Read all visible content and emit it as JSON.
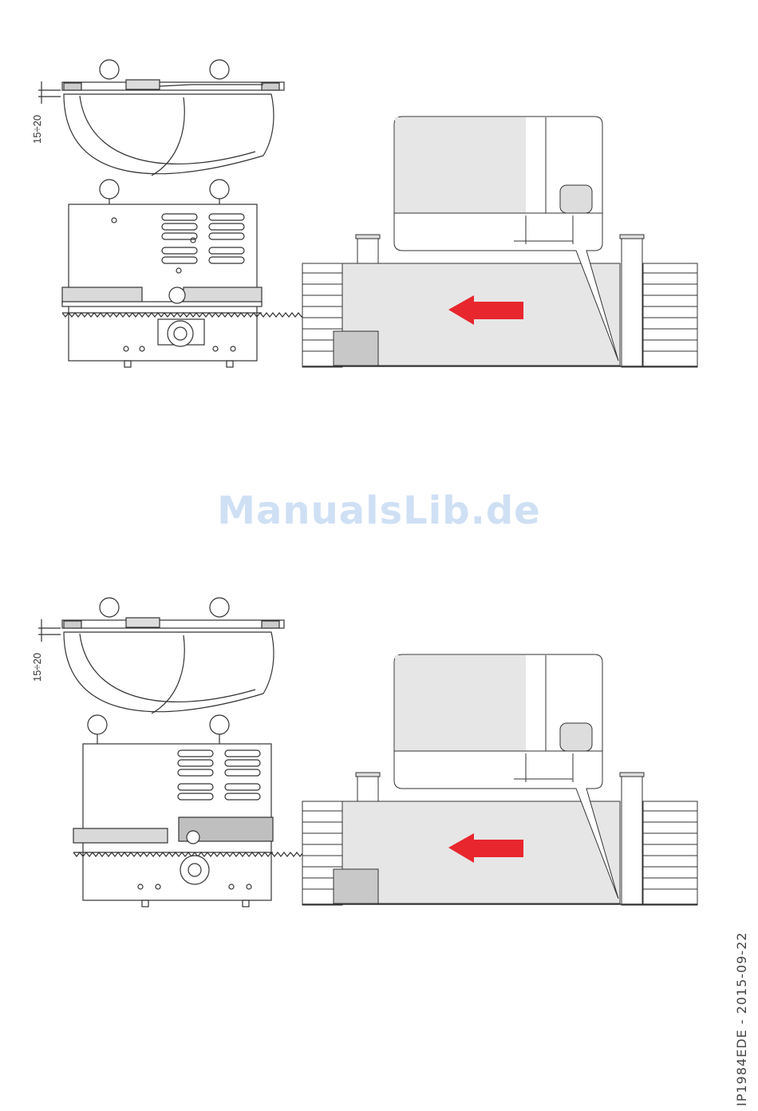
{
  "figures": [
    {
      "dimension_label": "15÷20"
    },
    {
      "dimension_label": "15÷20"
    }
  ],
  "watermark": "ManualsLib.de",
  "document_code": "IP1984EDE - 2015-09-22",
  "colors": {
    "arrow": "#e8262d",
    "gate_fill": "#e6e6e6",
    "line": "#333333",
    "watermark": "#cfe0f4"
  }
}
